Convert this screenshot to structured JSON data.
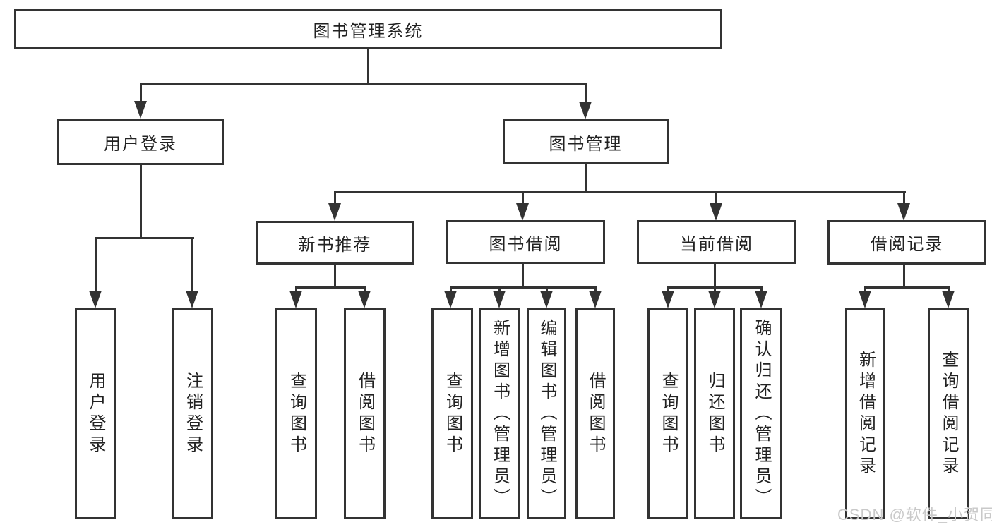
{
  "tree": {
    "root": {
      "label": "图书管理系统",
      "children": [
        {
          "label": "用户登录",
          "children": [
            {
              "label": "用户登录"
            },
            {
              "label": "注销登录"
            }
          ]
        },
        {
          "label": "图书管理",
          "children": [
            {
              "label": "新书推荐",
              "children": [
                {
                  "label": "查询图书"
                },
                {
                  "label": "借阅图书"
                }
              ]
            },
            {
              "label": "图书借阅",
              "children": [
                {
                  "label": "查询图书"
                },
                {
                  "label": "新增图书（管理员）"
                },
                {
                  "label": "编辑图书（管理员）"
                },
                {
                  "label": "借阅图书"
                }
              ]
            },
            {
              "label": "当前借阅",
              "children": [
                {
                  "label": "查询图书"
                },
                {
                  "label": "归还图书"
                },
                {
                  "label": "确认归还（管理员）"
                }
              ]
            },
            {
              "label": "借阅记录",
              "children": [
                {
                  "label": "新增借阅记录"
                },
                {
                  "label": "查询借阅记录"
                }
              ]
            }
          ]
        }
      ]
    }
  },
  "watermark": "CSDN @软件_小贺同学",
  "colors": {
    "line": "#333333",
    "text": "#222222",
    "watermark": "#c9c9c9",
    "background": "#ffffff"
  }
}
